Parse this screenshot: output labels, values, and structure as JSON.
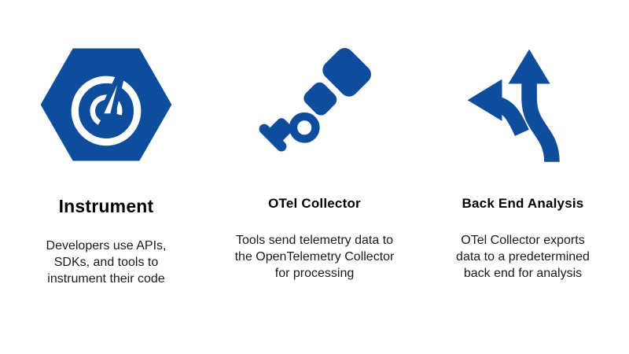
{
  "colors": {
    "accent": "#0d4d9c",
    "background": "#ffffff",
    "text": "#1a1a1a"
  },
  "columns": [
    {
      "icon": "gauge-hexagon-icon",
      "title": "Instrument",
      "description": "Developers use APIs, SDKs, and tools to instrument their code"
    },
    {
      "icon": "telescope-icon",
      "title": "OTel Collector",
      "description": "Tools send telemetry data to the OpenTelemetry Collector for processing"
    },
    {
      "icon": "branching-arrows-icon",
      "title": "Back End Analysis",
      "description": "OTel Collector exports data to a predetermined back end for analysis"
    }
  ]
}
